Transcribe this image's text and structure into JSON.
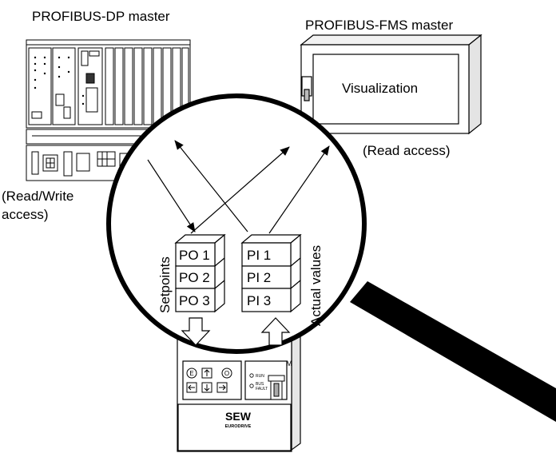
{
  "labels": {
    "dp_master": "PROFIBUS-DP master",
    "fms_master": "PROFIBUS-FMS master",
    "visualization": "Visualization",
    "read_access": "(Read access)",
    "rw_line1": "(Read/Write",
    "rw_line2": "access)"
  },
  "registers": {
    "setpoints_label": "Setpoints",
    "actual_label": "Actual values",
    "po": [
      "PO 1",
      "PO 2",
      "PO 3"
    ],
    "pi": [
      "PI 1",
      "PI 2",
      "PI 3"
    ]
  },
  "device": {
    "brand": "SEW",
    "brand_sub": "EURODRIVE",
    "led_run": "RUN",
    "led_bus_fault_1": "BUS",
    "led_bus_fault_2": "FAULT",
    "key_e": "E",
    "key_o": "O",
    "side_mark": "M"
  }
}
